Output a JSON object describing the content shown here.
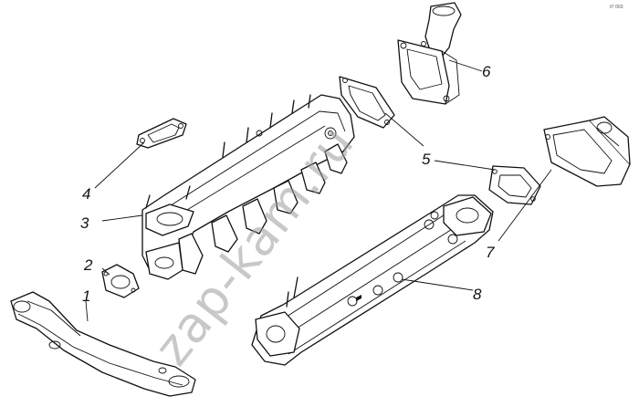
{
  "corner_code": "0° 003",
  "watermark": "zap-kam.ru",
  "callouts": [
    "1",
    "2",
    "3",
    "4",
    "5",
    "6",
    "7",
    "8"
  ]
}
